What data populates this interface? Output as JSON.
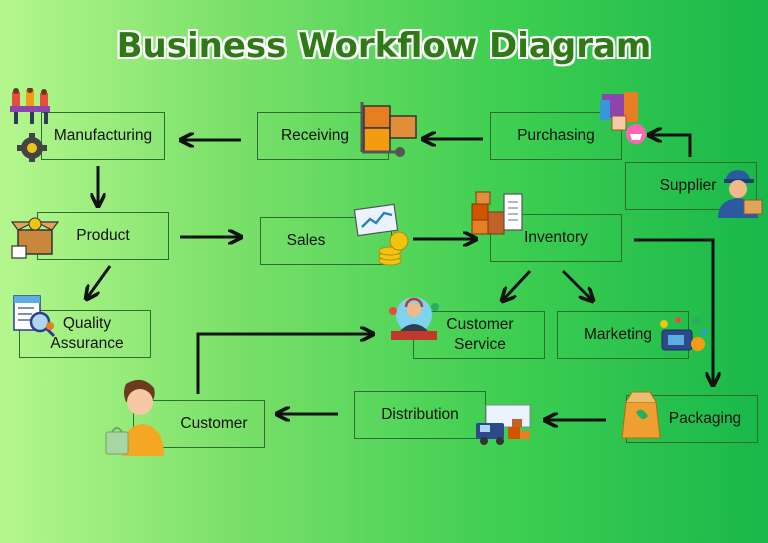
{
  "title": "Business Workflow Diagram",
  "nodes": {
    "manufacturing": "Manufacturing",
    "receiving": "Receiving",
    "purchasing": "Purchasing",
    "supplier": "Supplier",
    "product": "Product",
    "sales": "Sales",
    "inventory": "Inventory",
    "quality_line1": "Quality",
    "quality_line2": "Assurance",
    "customer_service_line1": "Customer",
    "customer_service_line2": "Service",
    "marketing": "Marketing",
    "customer": "Customer",
    "distribution": "Distribution",
    "packaging": "Packaging"
  },
  "icons": {
    "manufacturing": "factory-workers-gear-icon",
    "receiving": "hand-truck-boxes-icon",
    "purchasing": "hand-shopping-basket-icon",
    "supplier": "delivery-man-icon",
    "product": "open-box-icon",
    "sales": "sales-chart-coins-icon",
    "inventory": "stacked-boxes-clipboard-icon",
    "quality": "magnifier-checklist-icon",
    "customer_service": "headset-agent-icon",
    "marketing": "megaphone-ads-icon",
    "customer": "person-shopping-bag-icon",
    "distribution": "delivery-truck-icon",
    "packaging": "paper-bag-icon"
  },
  "colors": {
    "title": "#2f7a17",
    "box_border": "#2d6e2f",
    "arrow": "#111111"
  }
}
